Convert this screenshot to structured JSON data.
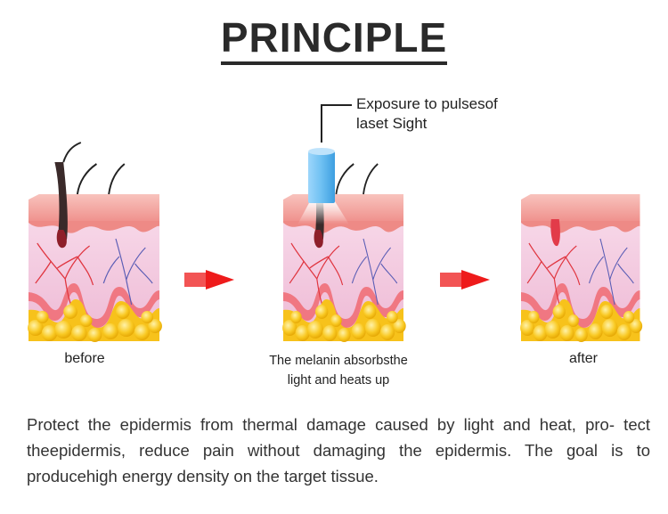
{
  "title": "PRINCIPLE",
  "callout": {
    "line1": "Exposure to pulsesof",
    "line2": "laset Sight"
  },
  "stages": [
    {
      "label": "before"
    },
    {
      "label_line1": "The melanin absorbsthe",
      "label_line2": "light and heats up"
    },
    {
      "label": "after"
    }
  ],
  "description": "Protect the epidermis from thermal damage caused by light and heat, pro- tect theepidermis, reduce pain without damaging the epidermis. The goal is to producehigh energy density on the target tissue.",
  "colors": {
    "epidermis": "#f4a3a0",
    "dermis": "#f3c6dc",
    "fat": "#f7c21b",
    "arrow": "#ee1b1b",
    "laser": "#5fb5ec"
  }
}
